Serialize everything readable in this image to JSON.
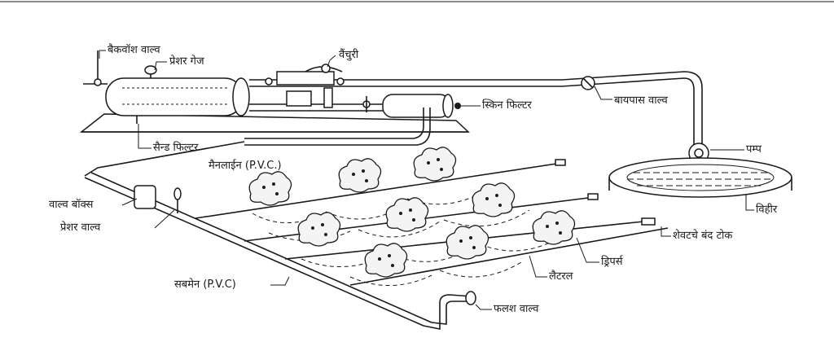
{
  "labels": {
    "backwash_valve": "बैकवॉश वाल्व",
    "pressure_gauge": "प्रेशर गेज",
    "venturi": "वैंचुरी",
    "screen_filter": "स्किन फिल्टर",
    "bypass_valve": "बायपास वाल्व",
    "sand_filter": "सैन्ड फिल्टर",
    "pump": "पम्प",
    "mainline": "मैनलाईन (P.V.C.)",
    "valve_box": "वाल्व बॉक्स",
    "pressure_valve": "प्रेशर वाल्व",
    "well": "विहीर",
    "end_cap": "शेवटचे बंद टोक",
    "dripper": "ड्रिपर्स",
    "lateral": "लैटरल",
    "submain": "सबमेन (P.V.C)",
    "flush_valve": "फलश वाल्व"
  }
}
